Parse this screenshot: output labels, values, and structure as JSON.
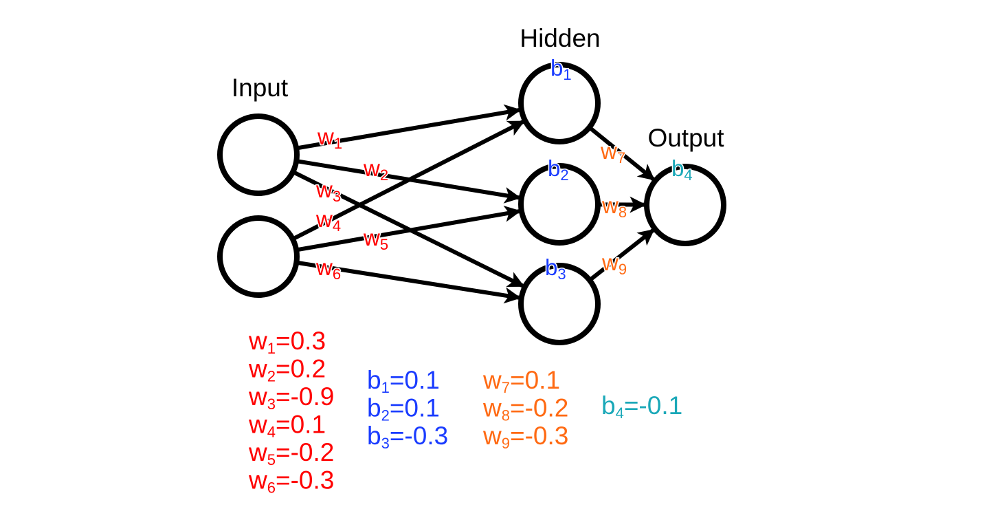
{
  "colors": {
    "input_weights": "#ff0000",
    "hidden_biases": "#1a3cff",
    "output_weights": "#ff6a13",
    "output_bias": "#1aa8b8",
    "lines": "#000000"
  },
  "layers": {
    "input": {
      "title": "Input",
      "nodes": [
        "x1",
        "x2"
      ]
    },
    "hidden": {
      "title": "Hidden",
      "nodes": [
        "h1",
        "h2",
        "h3"
      ]
    },
    "output": {
      "title": "Output",
      "nodes": [
        "o1"
      ]
    }
  },
  "biases": [
    {
      "node": "h1",
      "symbol": "b",
      "index": "1",
      "value": "0.1",
      "group": "hidden_biases"
    },
    {
      "node": "h2",
      "symbol": "b",
      "index": "2",
      "value": "0.1",
      "group": "hidden_biases"
    },
    {
      "node": "h3",
      "symbol": "b",
      "index": "3",
      "value": "-0.3",
      "group": "hidden_biases"
    },
    {
      "node": "o1",
      "symbol": "b",
      "index": "4",
      "value": "-0.1",
      "group": "output_bias"
    }
  ],
  "edges": [
    {
      "from": "x1",
      "to": "h1",
      "symbol": "w",
      "index": "1",
      "value": "0.3",
      "group": "input_weights"
    },
    {
      "from": "x1",
      "to": "h2",
      "symbol": "w",
      "index": "2",
      "value": "0.2",
      "group": "input_weights"
    },
    {
      "from": "x1",
      "to": "h3",
      "symbol": "w",
      "index": "3",
      "value": "-0.9",
      "group": "input_weights"
    },
    {
      "from": "x2",
      "to": "h1",
      "symbol": "w",
      "index": "4",
      "value": "0.1",
      "group": "input_weights"
    },
    {
      "from": "x2",
      "to": "h2",
      "symbol": "w",
      "index": "5",
      "value": "-0.2",
      "group": "input_weights"
    },
    {
      "from": "x2",
      "to": "h3",
      "symbol": "w",
      "index": "6",
      "value": "-0.3",
      "group": "input_weights"
    },
    {
      "from": "h1",
      "to": "o1",
      "symbol": "w",
      "index": "7",
      "value": "0.1",
      "group": "output_weights"
    },
    {
      "from": "h2",
      "to": "o1",
      "symbol": "w",
      "index": "8",
      "value": "-0.2",
      "group": "output_weights"
    },
    {
      "from": "h3",
      "to": "o1",
      "symbol": "w",
      "index": "9",
      "value": "-0.3",
      "group": "output_weights"
    }
  ],
  "legend": {
    "input_weights": [
      "w1=0.3",
      "w2=0.2",
      "w3=-0.9",
      "w4=0.1",
      "w5=-0.2",
      "w6=-0.3"
    ],
    "hidden_biases": [
      "b1=0.1",
      "b2=0.1",
      "b3=-0.3"
    ],
    "output_weights": [
      "w7=0.1",
      "w8=-0.2",
      "w9=-0.3"
    ],
    "output_bias": [
      "b4=-0.1"
    ]
  }
}
